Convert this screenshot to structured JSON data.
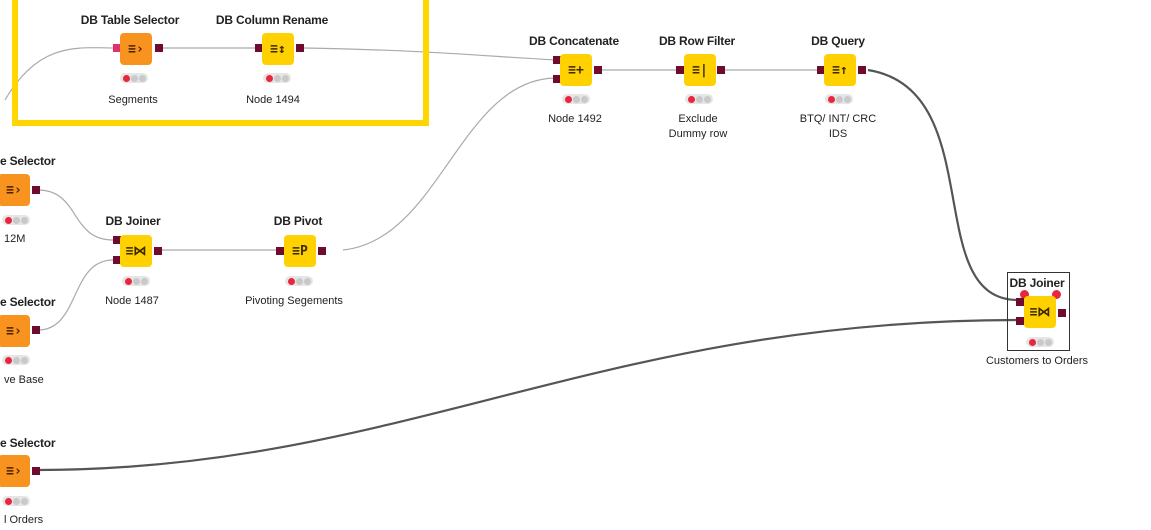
{
  "annotation": {
    "color": "#ffd600"
  },
  "nodes": {
    "table_selector_top": {
      "title": "DB Table Selector",
      "label": "Segments"
    },
    "column_rename": {
      "title": "DB Column Rename",
      "label": "Node 1494"
    },
    "concatenate": {
      "title": "DB Concatenate",
      "label": "Node 1492"
    },
    "row_filter": {
      "title": "DB Row Filter",
      "label_line1": "Exclude",
      "label_line2": "Dummy row"
    },
    "query": {
      "title": "DB Query",
      "label_line1": "BTQ/ INT/ CRC",
      "label_line2": "IDS"
    },
    "selector_a": {
      "title": "e Selector",
      "label": "12M"
    },
    "joiner_mid": {
      "title": "DB Joiner",
      "label": "Node 1487"
    },
    "pivot": {
      "title": "DB Pivot",
      "label": "Pivoting Segements"
    },
    "selector_b": {
      "title": "e Selector",
      "label": "ve Base"
    },
    "selector_c": {
      "title": "e Selector",
      "label": "l Orders"
    },
    "joiner_right": {
      "title": "DB Joiner",
      "label": "Customers to Orders"
    }
  },
  "icons": {
    "selector": "≡›",
    "rename": "≡↕",
    "concat": "≡+",
    "row_filter": "≡|",
    "query": "≡↑",
    "joiner": "≡⋈",
    "pivot": "≡P"
  },
  "colors": {
    "db_node": "#ffd100",
    "source_node": "#f7931e",
    "db_port": "#6e0b2e",
    "status_red": "#e8273b"
  }
}
